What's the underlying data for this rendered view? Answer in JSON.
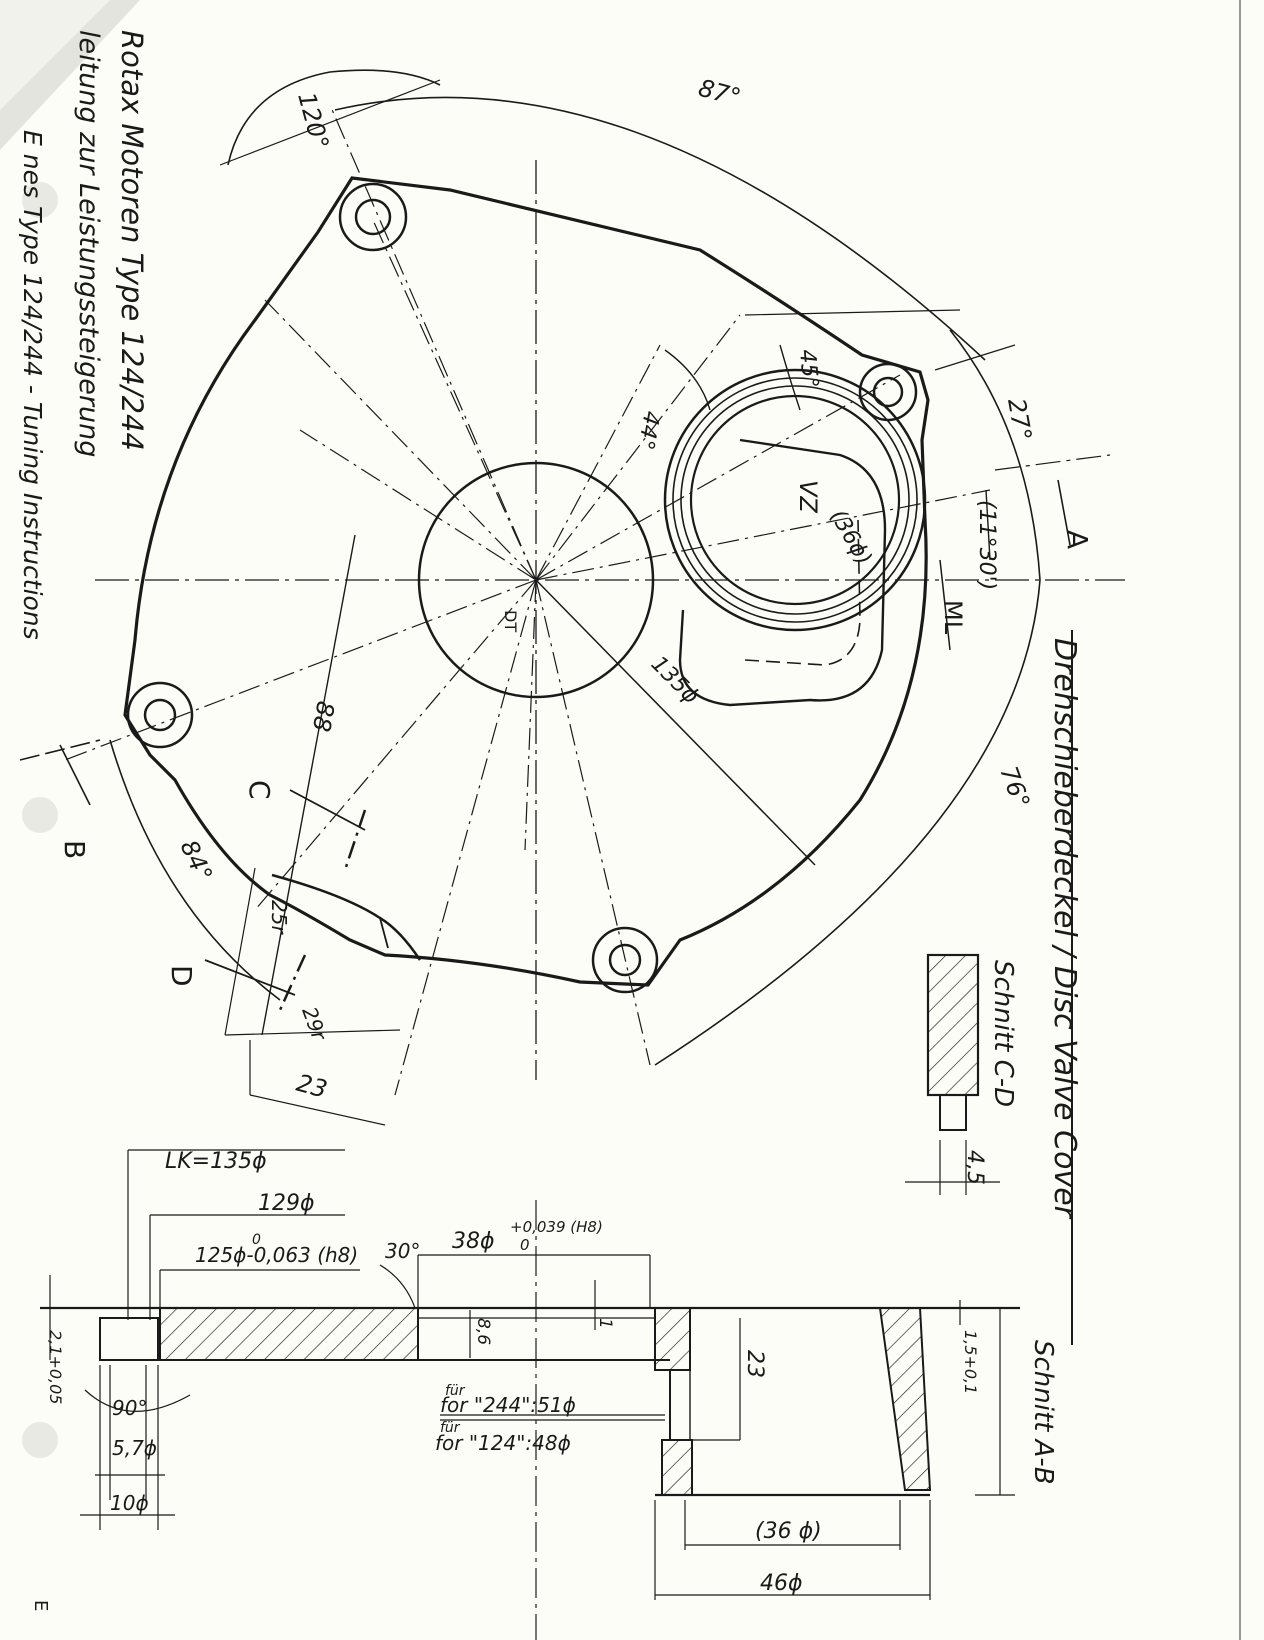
{
  "title_block": {
    "line1": "Rotax Motoren Type 124/244",
    "line2": "leitung zur Leistungssteigerung",
    "line3": "E    nes Type 124/244 - Tuning Instructions"
  },
  "drawing_title": "Drehschieberdeckel / Disc Valve Cover",
  "sections": {
    "cd": "Schnitt C-D",
    "ab": "Schnitt A-B"
  },
  "markers": {
    "A": "A",
    "B": "B",
    "C": "C",
    "D": "D",
    "ml": "ML",
    "dt": "DT"
  },
  "dims_top": {
    "a120": "120°",
    "a87": "87°",
    "a27": "27°",
    "a45": "45°",
    "a44": "44°",
    "a11": "(11°30')",
    "vz": "VZ",
    "d36": "(36ϕ)",
    "d135": "135ϕ",
    "a76": "76°",
    "a84": "84°",
    "l88": "88",
    "r25": "25r",
    "r29": "29r",
    "l23": "23"
  },
  "dims_cd": {
    "w45": "4,5"
  },
  "dims_ab": {
    "lk": "LK=135ϕ",
    "d129": "129ϕ",
    "d125": "125ϕ-0,063 (h8)",
    "d125_sup": "0",
    "a30": "30°",
    "d38": "38ϕ",
    "d38_tol": "+0,039 (H8)",
    "d38_tol0": "0",
    "t86": "8,6",
    "t1": "1",
    "t23": "23",
    "t15": "1,5+0,1",
    "t21": "2,1+0,05",
    "a90": "90°",
    "d57": "5,7ϕ",
    "d10": "10ϕ",
    "fur1a": "für",
    "fur1b": "for \"244\":51ϕ",
    "fur2a": "für",
    "fur2b": "for \"124\":48ϕ",
    "d36b": "(36 ϕ)",
    "d46": "46ϕ"
  },
  "corner": "E"
}
